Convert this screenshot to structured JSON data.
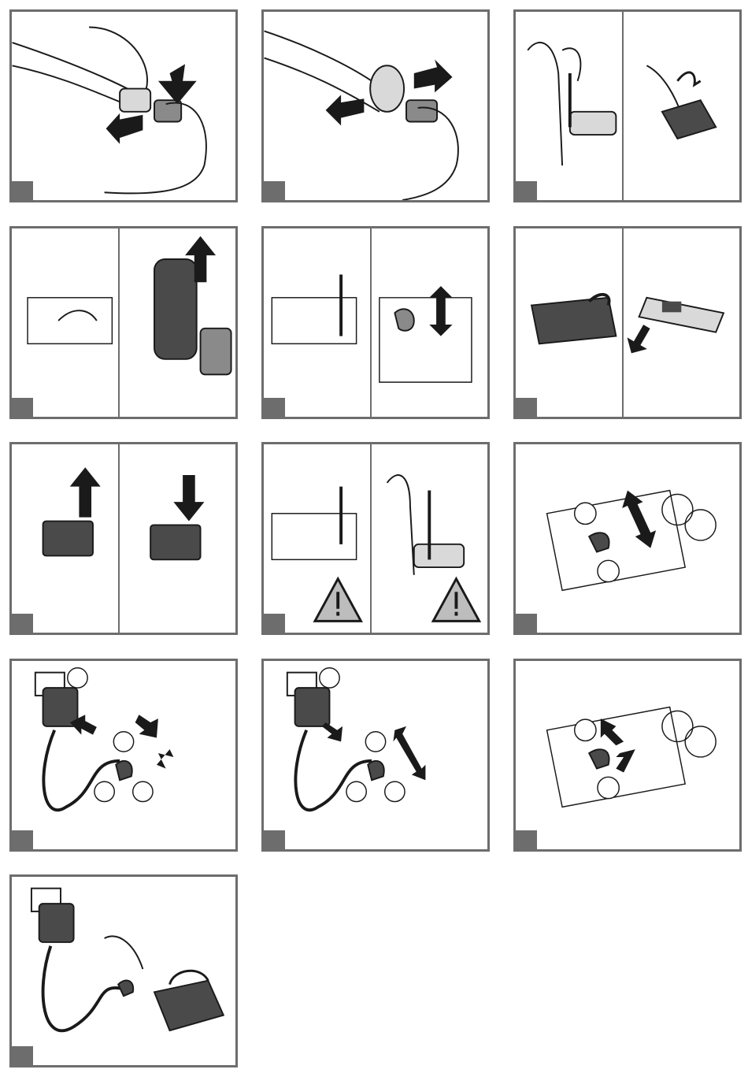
{
  "document": {
    "title": "",
    "panel_count": 13
  },
  "panels": [
    {
      "id": 1,
      "split": false,
      "warning": false,
      "scene": "buckle-release"
    },
    {
      "id": 2,
      "split": false,
      "warning": false,
      "scene": "buckle-open"
    },
    {
      "id": 3,
      "split": true,
      "warning": false,
      "scene": "seat-screw-and-lift"
    },
    {
      "id": 4,
      "split": true,
      "warning": false,
      "scene": "seat-remove"
    },
    {
      "id": 5,
      "split": true,
      "warning": false,
      "scene": "compartment-screw-and-connector"
    },
    {
      "id": 6,
      "split": true,
      "warning": false,
      "scene": "cover-lift-and-plug"
    },
    {
      "id": 7,
      "split": true,
      "warning": false,
      "scene": "battery-out-and-in"
    },
    {
      "id": 8,
      "split": true,
      "warning": true,
      "scene": "reassemble-screws"
    },
    {
      "id": 9,
      "split": false,
      "warning": false,
      "scene": "connector-unplug"
    },
    {
      "id": 10,
      "split": false,
      "warning": false,
      "scene": "charger-connect"
    },
    {
      "id": 11,
      "split": false,
      "warning": false,
      "scene": "charger-disconnect"
    },
    {
      "id": 12,
      "split": false,
      "warning": false,
      "scene": "connector-plug-back"
    },
    {
      "id": 13,
      "split": false,
      "warning": false,
      "scene": "charger-battery-external"
    }
  ],
  "icons": {
    "warning": "warning-triangle-icon",
    "arrow": "arrow-icon",
    "hand": "hand-icon"
  },
  "colors": {
    "frame": "#6d6d6d",
    "line": "#1a1a1a",
    "fill_dark": "#4a4a4a",
    "fill_mid": "#8a8a8a",
    "fill_light": "#d9d9d9"
  }
}
